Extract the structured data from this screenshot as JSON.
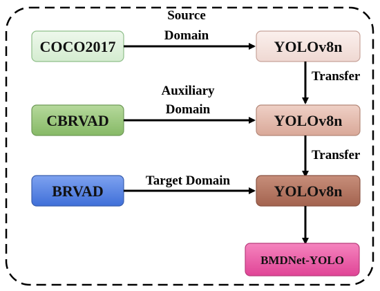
{
  "diagram": {
    "nodes": {
      "coco": {
        "label": "COCO2017",
        "fill": "#dff2dc",
        "stroke": "#8fbf8a"
      },
      "cbrvad": {
        "label": "CBRVAD",
        "fill": "#9cc97b",
        "stroke": "#6f9a58"
      },
      "brvad": {
        "label": "BRVAD",
        "fill": "#5b86e5",
        "stroke": "#3a5fae"
      },
      "yolo1": {
        "label": "YOLOv8n",
        "fill": "#f7e6e2",
        "stroke": "#c7a39a"
      },
      "yolo2": {
        "label": "YOLOv8n",
        "fill": "#e6bdb0",
        "stroke": "#b38878"
      },
      "yolo3": {
        "label": "YOLOv8n",
        "fill": "#b77864",
        "stroke": "#8a5443"
      },
      "bmdnet": {
        "label": "BMDNet-YOLO",
        "fill": "#ef5fa9",
        "stroke": "#b83d7c"
      }
    },
    "edges": {
      "source": {
        "line1": "Source",
        "line2": "Domain"
      },
      "auxiliary": {
        "line1": "Auxiliary",
        "line2": "Domain"
      },
      "target": {
        "label": "Target Domain"
      },
      "transfer1": {
        "label": "Transfer"
      },
      "transfer2": {
        "label": "Transfer"
      }
    },
    "colors": {
      "arrow": "#000000",
      "border": "#000000"
    }
  }
}
